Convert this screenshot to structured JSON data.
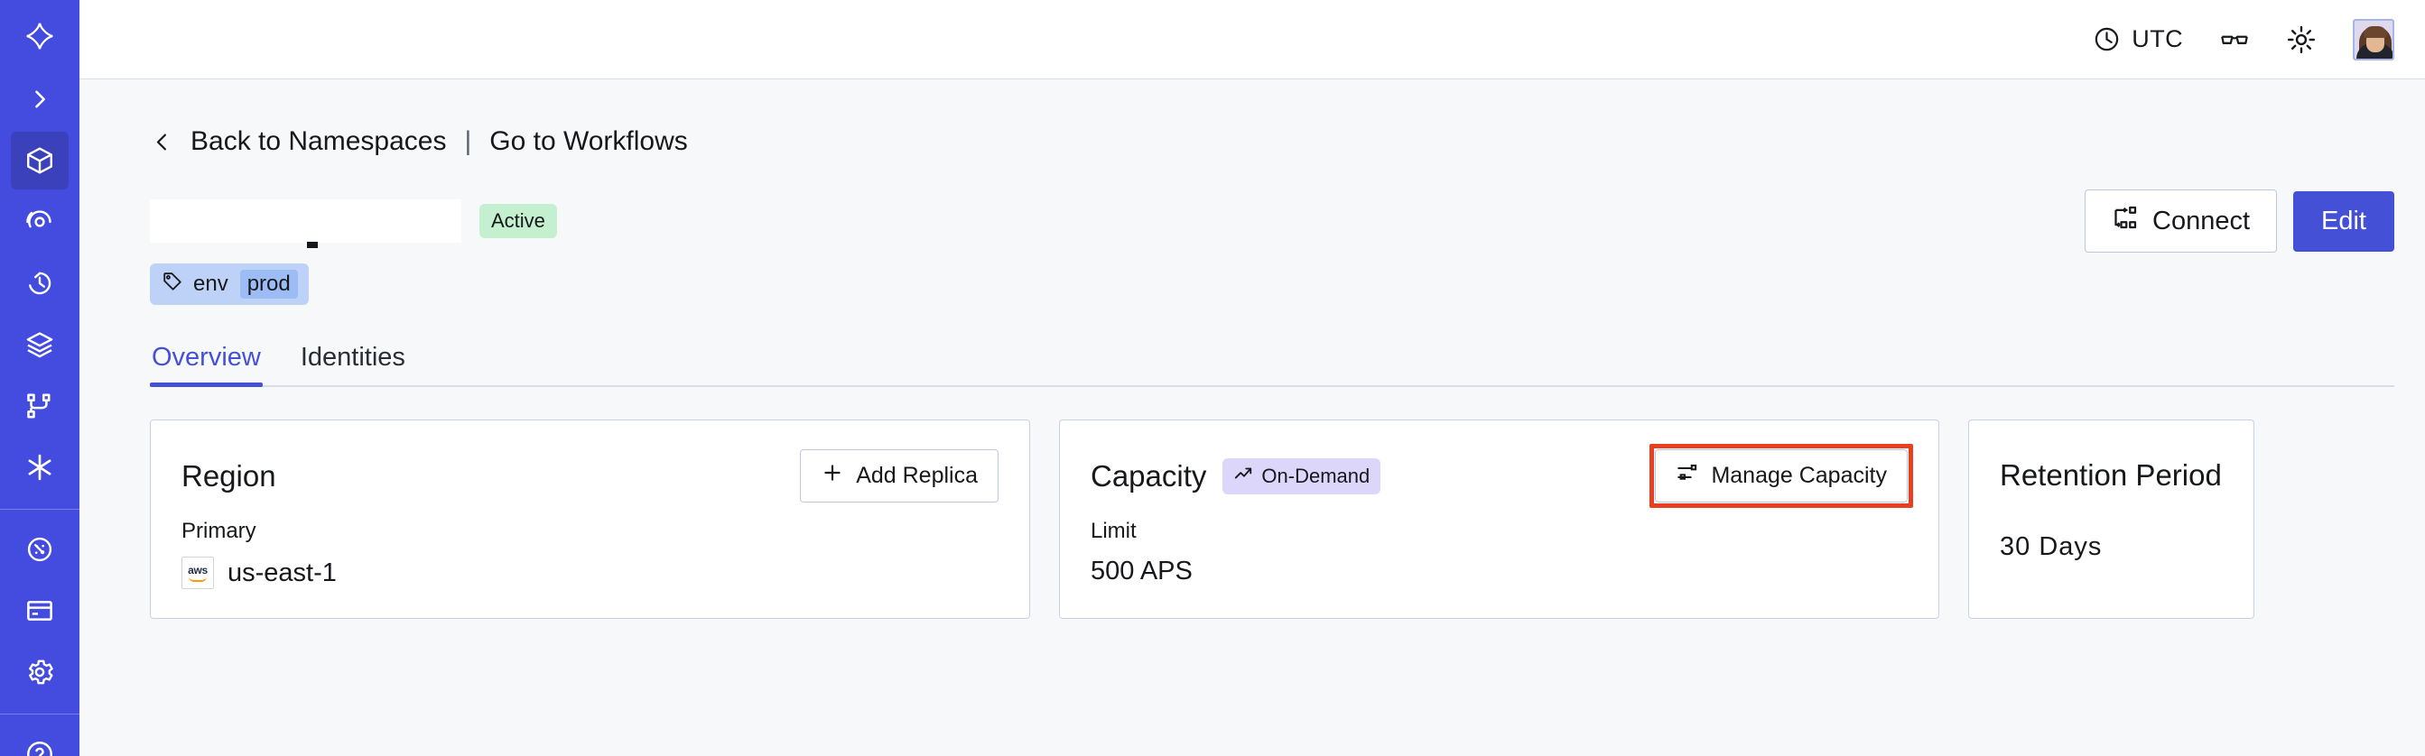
{
  "sidebar": {
    "logo_name": "temporal-logo",
    "items": [
      {
        "id": "expand",
        "icon": "chevron-right-icon",
        "active": false
      },
      {
        "id": "namespaces",
        "icon": "cube-icon",
        "active": true
      },
      {
        "id": "observe",
        "icon": "eye-spiral-icon",
        "active": false
      },
      {
        "id": "history",
        "icon": "clock-rewind-icon",
        "active": false
      },
      {
        "id": "batch",
        "icon": "layers-icon",
        "active": false
      },
      {
        "id": "workflows",
        "icon": "branch-nodes-icon",
        "active": false
      },
      {
        "id": "integrations",
        "icon": "asterisk-icon",
        "active": false
      }
    ],
    "items_bottom": [
      {
        "id": "usage",
        "icon": "gauge-icon",
        "active": false
      },
      {
        "id": "billing",
        "icon": "credit-card-icon",
        "active": false
      },
      {
        "id": "settings",
        "icon": "gear-icon",
        "active": false
      }
    ]
  },
  "header": {
    "timezone_label": "UTC",
    "timezone_icon": "clock-icon",
    "glasses_icon": "glasses-icon",
    "theme_icon": "sun-icon",
    "avatar_name": "user-avatar"
  },
  "breadcrumb": {
    "back_chevron_icon": "chevron-left-icon",
    "back_label": "Back to Namespaces",
    "separator": "|",
    "forward_label": "Go to Workflows"
  },
  "namespace": {
    "title": "",
    "title_redacted": true,
    "status": "Active",
    "tags": [
      {
        "icon": "tag-icon",
        "key": "env",
        "value": "prod"
      }
    ]
  },
  "actions": {
    "connect_label": "Connect",
    "connect_icon": "connect-nodes-icon",
    "edit_label": "Edit"
  },
  "tabs": [
    {
      "id": "overview",
      "label": "Overview",
      "active": true
    },
    {
      "id": "identities",
      "label": "Identities",
      "active": false
    }
  ],
  "cards": {
    "region": {
      "title": "Region",
      "action_label": "Add Replica",
      "action_icon": "plus-icon",
      "sub_label": "Primary",
      "provider_icon": "aws-logo",
      "value": "us-east-1"
    },
    "capacity": {
      "title": "Capacity",
      "badge_label": "On-Demand",
      "badge_icon": "trend-up-icon",
      "action_label": "Manage Capacity",
      "action_icon": "sliders-icon",
      "sub_label": "Limit",
      "value": "500 APS"
    },
    "retention": {
      "title": "Retention Period",
      "value": "30 Days"
    }
  },
  "annotation": {
    "color": "#e8401f",
    "target": "manage-capacity-button"
  },
  "colors": {
    "sidebar_bg": "#444ce0",
    "sidebar_active": "#3a41bb",
    "accent": "#4450d6",
    "page_bg": "#f7f8fa",
    "card_border": "#c8d2e6",
    "status_active_bg": "#c5f0cf",
    "tag_bg": "#bed2f7",
    "tag_value_bg": "#9cbcf5",
    "badge_ondemand_bg": "#ddd6fb",
    "annotation": "#e8401f"
  }
}
